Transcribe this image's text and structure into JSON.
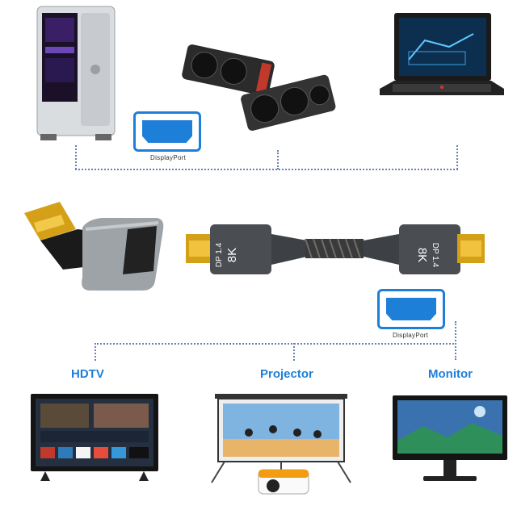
{
  "dp_logo_top": {
    "label": "DisplayPort"
  },
  "dp_logo_bottom": {
    "label": "DisplayPort"
  },
  "cable": {
    "line1": "DP 1.4",
    "line2": "8K"
  },
  "devices": {
    "hdtv": "HDTV",
    "projector": "Projector",
    "monitor": "Monitor"
  },
  "colors": {
    "accent": "#1e7fd8",
    "dotted": "#6a7fb4"
  }
}
